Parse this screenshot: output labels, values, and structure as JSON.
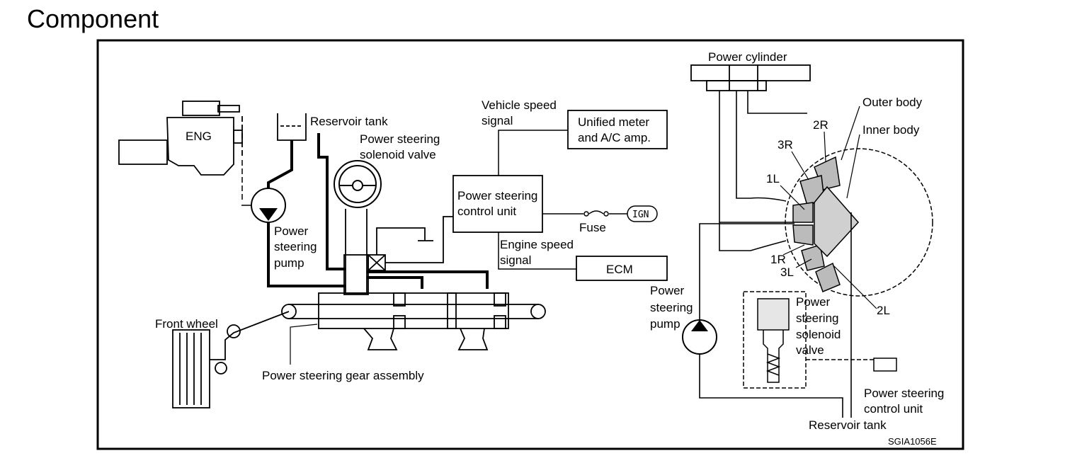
{
  "title": "Component",
  "left": {
    "eng": "ENG",
    "reservoir_tank": "Reservoir tank",
    "ps_solenoid_valve": [
      "Power steering",
      "solenoid valve"
    ],
    "pump": [
      "Power",
      "steering",
      "pump"
    ],
    "front_wheel": "Front wheel",
    "gear_assembly": "Power steering gear assembly",
    "vehicle_speed_signal": [
      "Vehicle speed",
      "signal"
    ],
    "unified_meter": [
      "Unified meter",
      "and A/C amp."
    ],
    "control_unit": [
      "Power steering",
      "control unit"
    ],
    "fuse": "Fuse",
    "ign": "IGN",
    "engine_speed_signal": [
      "Engine speed",
      "signal"
    ],
    "ecm": "ECM"
  },
  "right": {
    "power_cylinder": "Power cylinder",
    "outer_body": "Outer body",
    "inner_body": "Inner body",
    "port_2r": "2R",
    "port_3r": "3R",
    "port_1l": "1L",
    "port_1r": "1R",
    "port_3l": "3L",
    "port_2l": "2L",
    "pump": [
      "Power",
      "steering",
      "pump"
    ],
    "solenoid_valve": [
      "Power",
      "steering",
      "solenoid",
      "valve"
    ],
    "control_unit": [
      "Power steering",
      "control unit"
    ],
    "reservoir_tank": "Reservoir tank"
  },
  "figure_code": "SGIA1056E"
}
